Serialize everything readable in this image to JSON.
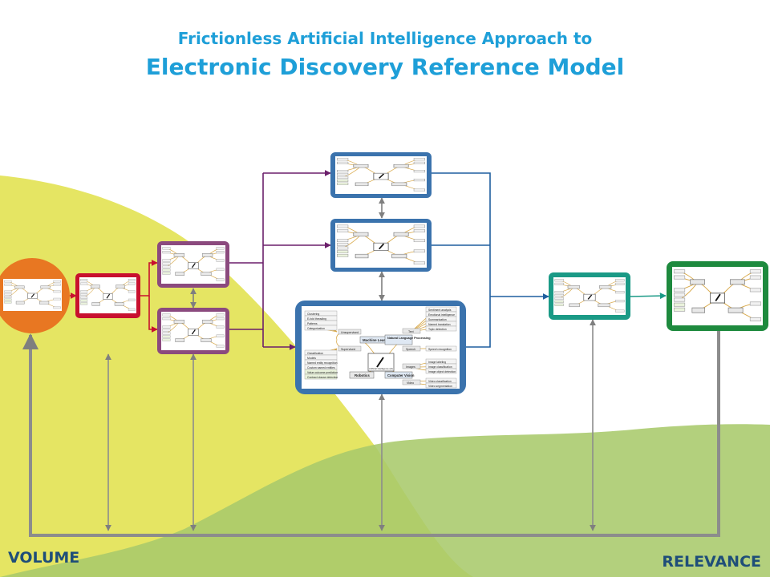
{
  "title": {
    "line1": "Frictionless Artificial Intelligence Approach to",
    "line2": "Electronic Discovery Reference Model"
  },
  "axis": {
    "left_label": "VOLUME",
    "right_label": "RELEVANCE"
  },
  "colors": {
    "title": "#1e9fd8",
    "axis_label": "#1f4e79",
    "volume_area": "#e5e563",
    "relevance_area": "#a9c96b",
    "stage_1": "#e87722",
    "stage_2": "#c8102e",
    "stage_3": "#8b4a7e",
    "stage_4": "#3b73ad",
    "stage_5": "#1a9a86",
    "stage_6": "#1e8a3e",
    "arrow_red": "#c8102e",
    "arrow_purple": "#6b1f6b",
    "arrow_blue": "#1f5f9f",
    "feedback_line": "#8c8c8c"
  },
  "mindmap": {
    "center": "Artificial Intelligence (AI)",
    "left_top_branch": "Machine Learning",
    "left_top_sub": [
      "Unsupervised",
      "Supervised"
    ],
    "unsupervised_items": [
      "Clustering",
      "E-fold threading",
      "Patterns",
      "Categorization"
    ],
    "supervised_items": [
      "Classification",
      "Models",
      "Named entity recognition",
      "Custom named entities",
      "Value outcome prediction",
      "Contract clause detection"
    ],
    "right_top_branch": "Natural Language Processing",
    "right_top_sub": [
      "Text",
      "Speech"
    ],
    "text_items": [
      "Sentiment analysis",
      "Emotional intelligence",
      "Summarization",
      "Named translation",
      "Topic detection"
    ],
    "speech_items": [
      "Speech recognition"
    ],
    "left_bottom_branch": "Robotics",
    "right_bottom_branch": "Computer Vision",
    "right_bottom_sub": [
      "Images",
      "Video"
    ],
    "image_items": [
      "Image labeling",
      "Image classification",
      "Image object detection"
    ],
    "video_items": [
      "Video classification",
      "Video segmentation"
    ]
  }
}
